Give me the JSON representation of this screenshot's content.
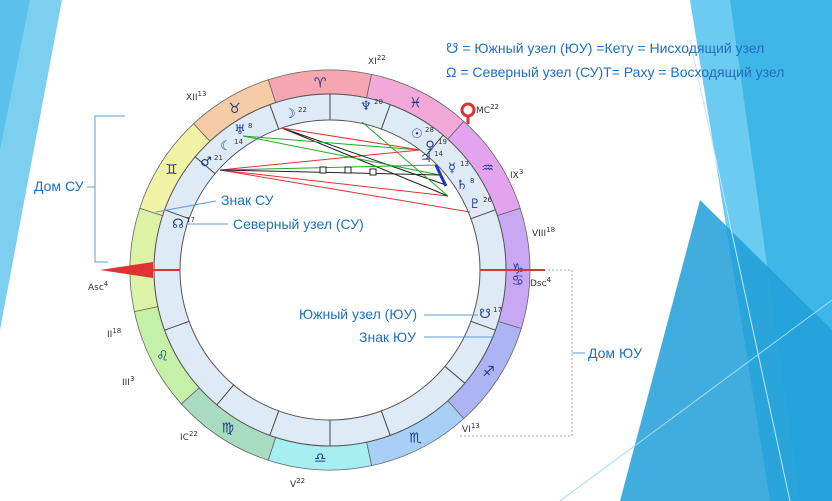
{
  "legend": {
    "line1": "☋ = Южный узел (ЮУ) =Кету = Нисходящий узел",
    "line2": "Ω = Северный узел (СУ)Т= Раху = Восходящий узел"
  },
  "annotations": {
    "dom_su": "Дом СУ",
    "znak_su": "Знак СУ",
    "severny_uzel": "Северный узел (СУ)",
    "yuzhny_uzel": "Южный узел (ЮУ)",
    "znak_yu": "Знак ЮУ",
    "dom_yu": "Дом ЮУ"
  },
  "angles": {
    "asc": "Asc",
    "asc_deg": "4",
    "dsc": "Dsc",
    "dsc_deg": "4",
    "mc": "MC",
    "mc_deg": "22",
    "ic": "IC",
    "ic_deg": "22"
  },
  "houses": [
    {
      "num": "XI",
      "deg": "22"
    },
    {
      "num": "XII",
      "deg": "13"
    },
    {
      "num": "IX",
      "deg": "3"
    },
    {
      "num": "VIII",
      "deg": "18"
    },
    {
      "num": "II",
      "deg": "18"
    },
    {
      "num": "III",
      "deg": "3"
    },
    {
      "num": "VI",
      "deg": "13"
    },
    {
      "num": "V",
      "deg": "22"
    }
  ],
  "zodiac_ring": [
    {
      "sign": "♈",
      "color": "#f6a6b0"
    },
    {
      "sign": "♓",
      "color": "#f2a8d8"
    },
    {
      "sign": "♒",
      "color": "#e4a3ee"
    },
    {
      "sign": "♑",
      "color": "#c9a8f3"
    },
    {
      "sign": "♐",
      "color": "#adb4f4"
    },
    {
      "sign": "♏",
      "color": "#a8cff6"
    },
    {
      "sign": "♎",
      "color": "#a7eef3"
    },
    {
      "sign": "♍",
      "color": "#a8dcc0"
    },
    {
      "sign": "♌",
      "color": "#c5f0a8"
    },
    {
      "sign": "♋",
      "color": "#dcf3a6"
    },
    {
      "sign": "♊",
      "color": "#f1f2a6"
    },
    {
      "sign": "♉",
      "color": "#f6cca6"
    }
  ],
  "planets": [
    {
      "glyph": "☽",
      "deg": "22"
    },
    {
      "glyph": "♆",
      "deg": "20"
    },
    {
      "glyph": "♅",
      "deg": "8"
    },
    {
      "glyph": "☾",
      "deg": "14"
    },
    {
      "glyph": "♂",
      "deg": "21"
    },
    {
      "glyph": "☉",
      "deg": "28"
    },
    {
      "glyph": "♀",
      "deg": "19"
    },
    {
      "glyph": "♃",
      "deg": "14"
    },
    {
      "glyph": "☿",
      "deg": "13"
    },
    {
      "glyph": "♄",
      "deg": "8"
    },
    {
      "glyph": "♇",
      "deg": "26"
    },
    {
      "glyph": "☊",
      "deg": "17"
    },
    {
      "glyph": "☋",
      "deg": "17"
    }
  ]
}
